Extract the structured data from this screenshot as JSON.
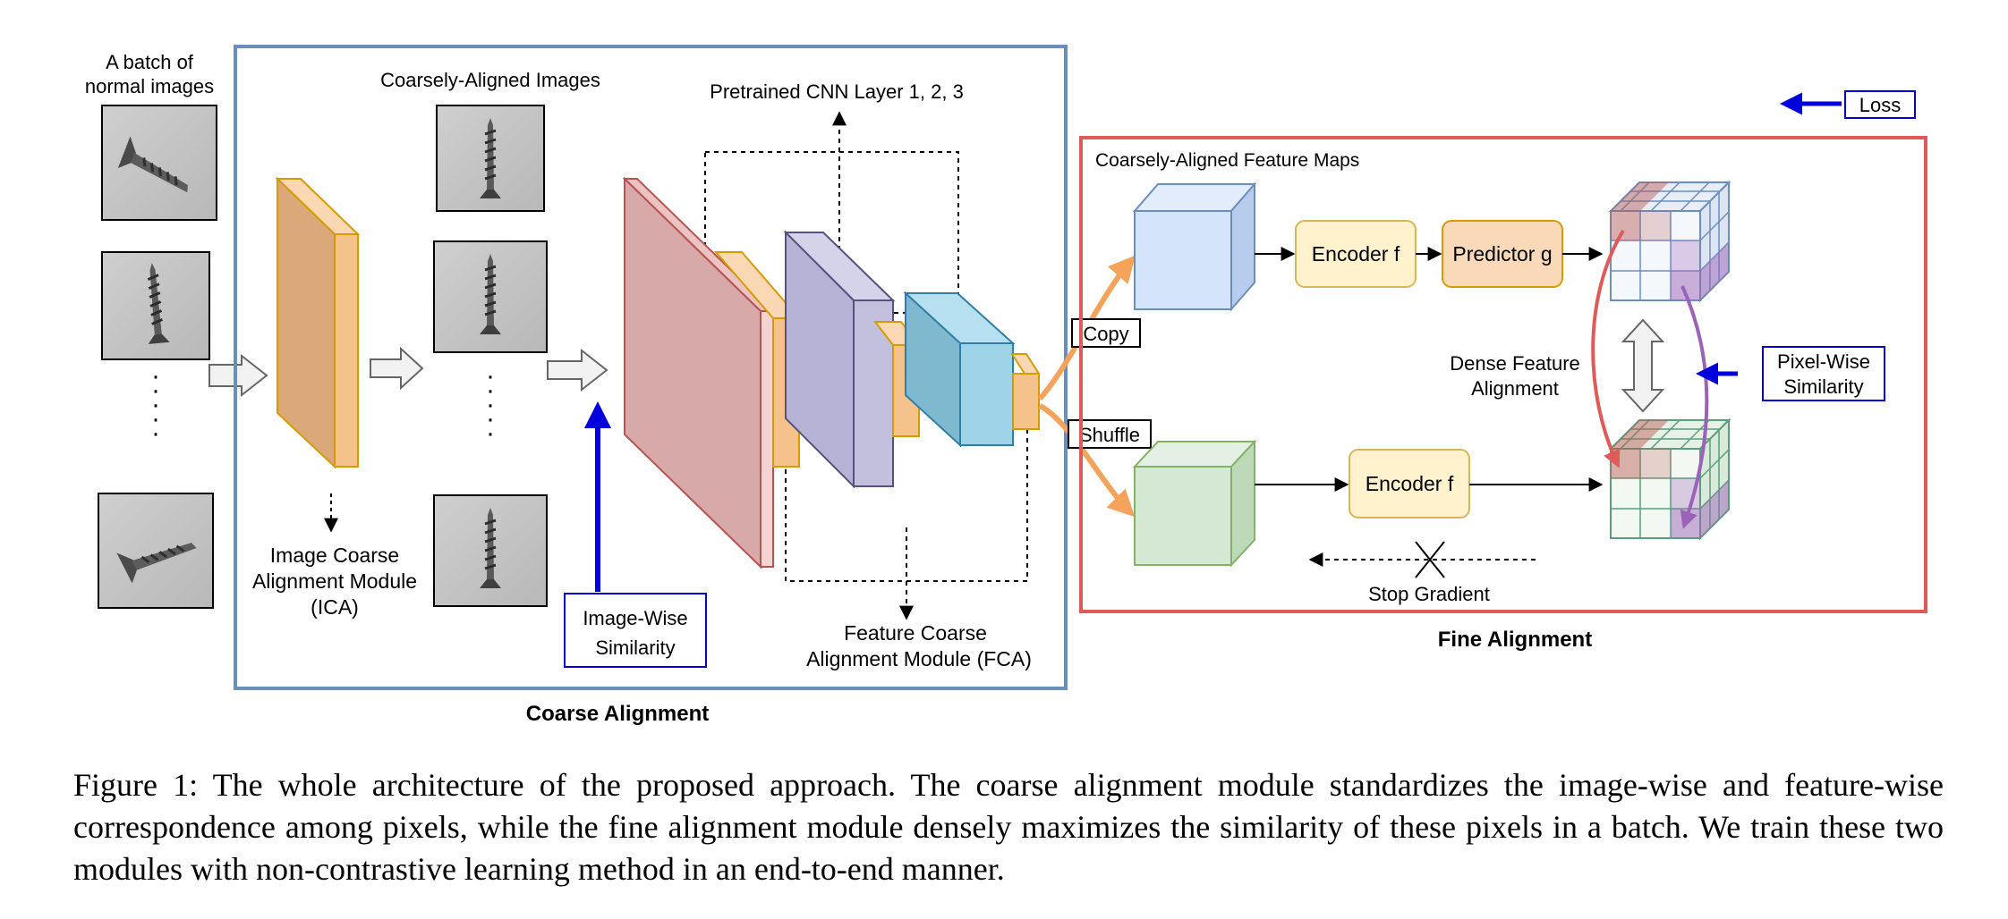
{
  "figure": {
    "labels": {
      "batch_title_line1": "A batch of",
      "batch_title_line2": "normal images",
      "coarsely_aligned_images": "Coarsely-Aligned Images",
      "pretrained_cnn": "Pretrained CNN Layer 1, 2, 3",
      "ica_line1": "Image Coarse",
      "ica_line2": "Alignment Module",
      "ica_line3": "(ICA)",
      "image_wise_line1": "Image-Wise",
      "image_wise_line2": "Similarity",
      "fca_line1": "Feature Coarse",
      "fca_line2": "Alignment Module (FCA)",
      "coarse_alignment": "Coarse Alignment",
      "copy": "Copy",
      "shuffle": "Shuffle",
      "coarse_feature_maps": "Coarsely-Aligned Feature Maps",
      "encoder_top": "Encoder f",
      "predictor": "Predictor g",
      "encoder_bottom": "Encoder f",
      "dense_line1": "Dense Feature",
      "dense_line2": "Alignment",
      "pixel_wise_line1": "Pixel-Wise",
      "pixel_wise_line2": "Similarity",
      "stop_gradient": "Stop Gradient",
      "loss": "Loss",
      "fine_alignment": "Fine Alignment",
      "dots_left": "·",
      "dots_mid": "·"
    },
    "colors": {
      "coarse_border": "#6c8ebf",
      "fine_border": "#e05a5a",
      "orange_fill": "#f5c28c",
      "orange_stroke": "#d79b00",
      "pink_fill": "#d8a9a9",
      "pink_stroke": "#b85450",
      "purple_fill": "#c3c0de",
      "purple_stroke": "#56517e",
      "teal_fill": "#9fd3e8",
      "teal_stroke": "#2e7fa8",
      "blue_cube": "#d4e4fb",
      "green_cube": "#d5e8d4",
      "yellow_box": "#fff2cc",
      "predictor_box": "#fad9b8",
      "blue_arrow": "#0000dd",
      "red_arrow": "#e05a5a",
      "purple_arrow": "#9b63b8",
      "copy_arrow": "#f5a35a"
    },
    "icons": [
      "screw-image",
      "arrow-right-icon",
      "arrow-up-icon",
      "arrow-left-icon",
      "double-arrow-icon"
    ]
  },
  "caption": {
    "text": "Figure 1: The whole architecture of the proposed approach. The coarse alignment module standardizes the image-wise and feature-wise correspondence among pixels, while the fine alignment module densely maximizes the similarity of these pixels in a batch. We train these two modules with non-contrastive learning method in an end-to-end manner."
  }
}
